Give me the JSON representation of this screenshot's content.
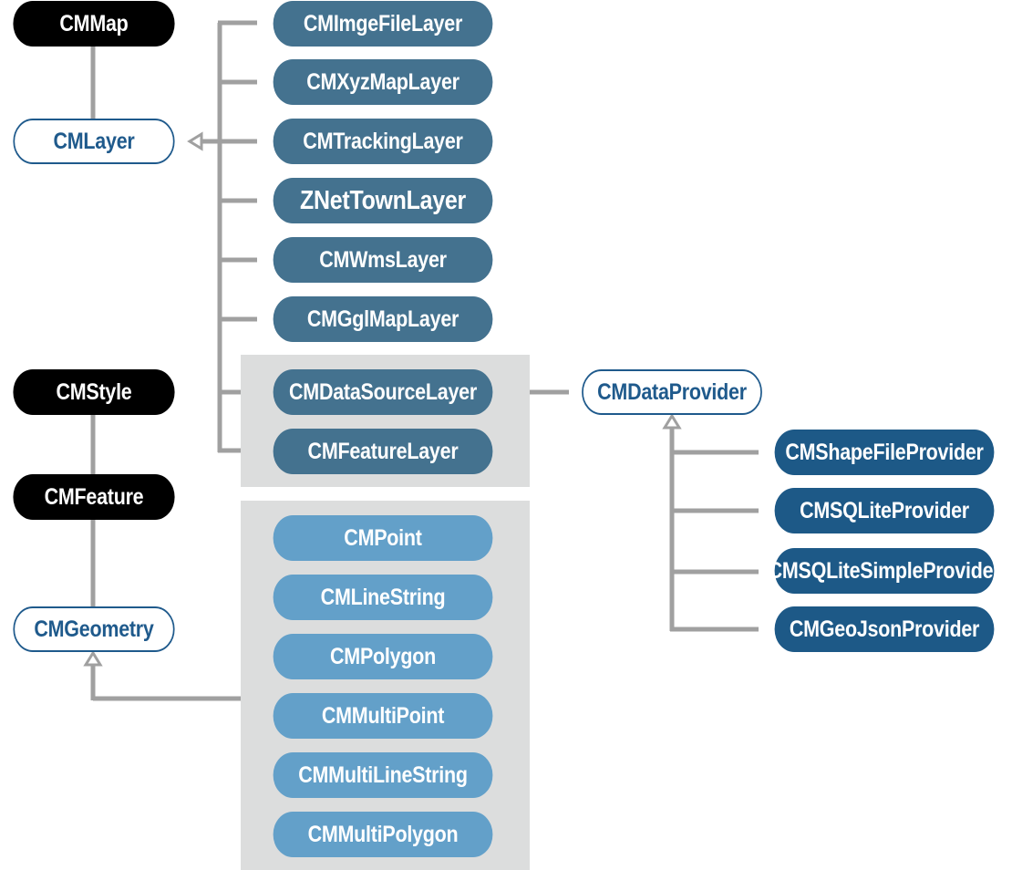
{
  "base": {
    "map": "CMMap",
    "layer": "CMLayer",
    "style": "CMStyle",
    "feature": "CMFeature",
    "geometry": "CMGeometry"
  },
  "layers": [
    "CMImgeFileLayer",
    "CMXyzMapLayer",
    "CMTrackingLayer",
    "ZNetTownLayer",
    "CMWmsLayer",
    "CMGglMapLayer",
    "CMDataSourceLayer",
    "CMFeatureLayer"
  ],
  "geometries": [
    "CMPoint",
    "CMLineString",
    "CMPolygon",
    "CMMultiPoint",
    "CMMultiLineString",
    "CMMultiPolygon"
  ],
  "data_provider": "CMDataProvider",
  "providers": [
    "CMShapeFileProvider",
    "CMSQLiteProvider",
    "CMSQLiteSimpleProvider",
    "CMGeoJsonProvider"
  ],
  "colors": {
    "base_fill": "#000000",
    "outline_stroke": "#1f5a8c",
    "layer_fill": "#44728f",
    "geometry_fill": "#63a0c9",
    "provider_fill": "#1d5987",
    "connector": "#a0a0a0",
    "group_box": "#dcdddd"
  }
}
